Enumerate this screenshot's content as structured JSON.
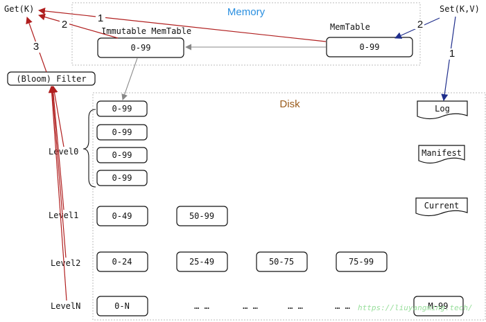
{
  "regions": {
    "memory_title": "Memory",
    "disk_title": "Disk",
    "memory_color": "#2a8fe0",
    "disk_color": "#9a5b1b"
  },
  "ops": {
    "get": "Get(K)",
    "set": "Set(K,V)"
  },
  "filter_label": "(Bloom) Filter",
  "memory": {
    "immutable_label": "Immutable MemTable",
    "immutable_range": "0-99",
    "memtable_label": "MemTable",
    "memtable_range": "0-99"
  },
  "levels": {
    "level0_label": "Level0",
    "level0_ranges": [
      "0-99",
      "0-99",
      "0-99",
      "0-99"
    ],
    "level1_label": "Level1",
    "level1_ranges": [
      "0-49",
      "50-99"
    ],
    "level2_label": "Level2",
    "level2_ranges": [
      "0-24",
      "25-49",
      "50-75",
      "75-99"
    ],
    "leveln_label": "LevelN",
    "leveln_first": "0-N",
    "leveln_last": "M-99",
    "ellipsis": [
      "… …",
      "… …",
      "… …",
      "… …"
    ]
  },
  "files": {
    "log": "Log",
    "manifest": "Manifest",
    "current": "Current"
  },
  "step_numbers": {
    "get_from_memtable": "1",
    "get_from_immutable": "2",
    "get_from_filter": "3",
    "set_to_log": "1",
    "set_to_memtable": "2"
  },
  "colors": {
    "read_arrow": "#b01e1e",
    "write_arrow": "#1f2e8c",
    "flush_arrow": "#888888"
  },
  "watermark": "https://liuyangming.tech/"
}
